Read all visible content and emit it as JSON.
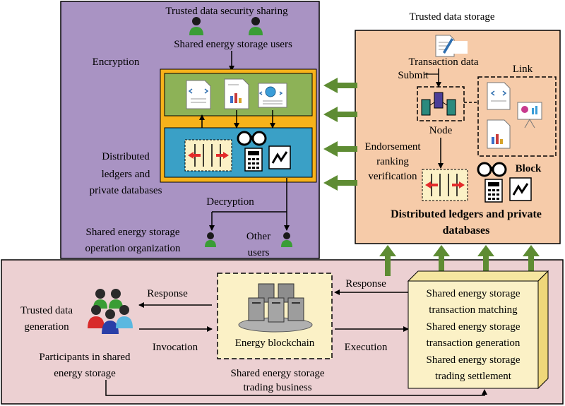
{
  "colors": {
    "left_panel": "#a993c3",
    "right_panel": "#f6cba9",
    "bottom_panel": "#ecd0d2",
    "orange_frame": "#f7b21a",
    "green_box": "#8db257",
    "blue_box": "#3aa0c6",
    "chain_box": "#fbf1c6",
    "execution_box": "#fbf1c6",
    "green_arrow": "#5e8c33",
    "user_icon": "#3a9d35"
  },
  "left": {
    "title": "Trusted data security sharing",
    "users": "Shared energy storage users",
    "encryption": "Encryption",
    "ledger_label": [
      "Distributed",
      "ledgers and",
      "private databases"
    ],
    "decryption": "Decryption",
    "org_label": [
      "Shared energy storage",
      "operation organization"
    ],
    "other_users": [
      "Other",
      "users"
    ],
    "icons": [
      "user-icon",
      "document-code-icon",
      "document-chart-icon",
      "web-page-icon",
      "ledger-icon",
      "binoculars-icon",
      "calculator-icon",
      "trend-chart-icon"
    ]
  },
  "right": {
    "title": "Trusted data storage",
    "transaction": "Transaction data",
    "submit": "Submit",
    "link": "Link",
    "node": "Node",
    "endorsement": [
      "Endorsement",
      "ranking",
      "verification"
    ],
    "block": "Block",
    "ledger_label": [
      "Distributed ledgers and private",
      "databases"
    ],
    "icons": [
      "pen-document-icon",
      "server-node-icon",
      "presentation-board-icon"
    ]
  },
  "bottom": {
    "trusted_generation": [
      "Trusted data",
      "generation"
    ],
    "participants": [
      "Participants in shared",
      "energy storage"
    ],
    "response_left": "Response",
    "invocation": "Invocation",
    "chain": "Energy blockchain",
    "business": [
      "Shared energy storage",
      "trading business"
    ],
    "response_right": "Response",
    "execution": "Execution",
    "exec_lines": [
      "Shared energy storage",
      "transaction matching",
      "Shared energy storage",
      "transaction generation",
      "Shared energy storage",
      "trading settlement"
    ],
    "icons": [
      "participants-group-icon",
      "server-cluster-icon"
    ]
  }
}
